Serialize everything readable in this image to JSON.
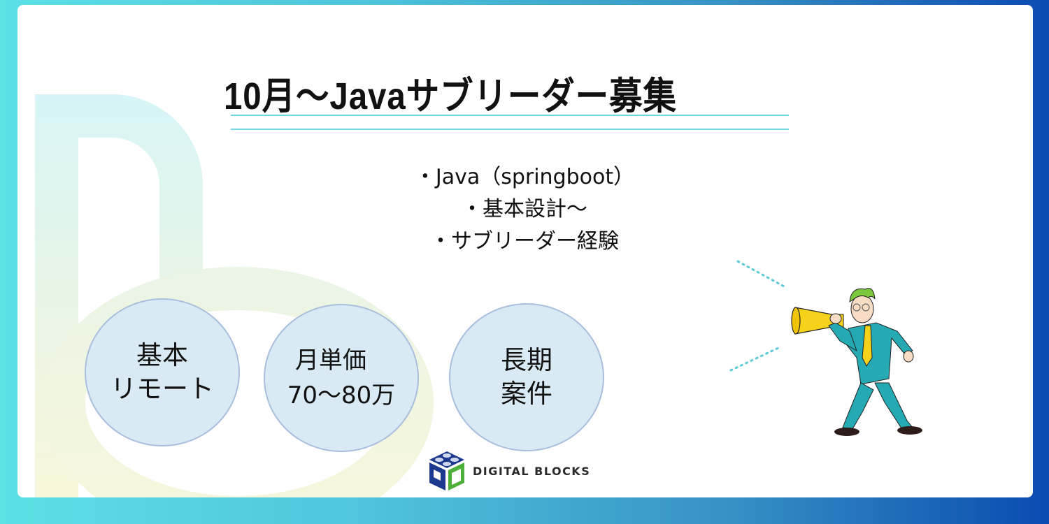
{
  "banner": {
    "title": "10月〜Javaサブリーダー募集",
    "requirements": [
      "・Java（springboot）",
      "・基本設計〜",
      "・サブリーダー経験"
    ],
    "bubbles": [
      {
        "line1": "基本",
        "line2": "リモート"
      },
      {
        "line1": "月単価",
        "line2": "70〜80万"
      },
      {
        "line1": "長期",
        "line2": "案件"
      }
    ],
    "logo": {
      "text": "DIGITAL BLOCKS",
      "icon": "blocks-cube-icon"
    },
    "illustration": "man-with-megaphone",
    "colors": {
      "accent_rule": "#6fd9e3",
      "bubble_fill": "#d9eaf5",
      "bubble_border": "#a9bfdd",
      "bg_left": "#5de0e6",
      "bg_right": "#0a4bb0",
      "suit": "#25a9b3",
      "megaphone": "#f6d21a",
      "hair": "#7cc83c"
    }
  }
}
